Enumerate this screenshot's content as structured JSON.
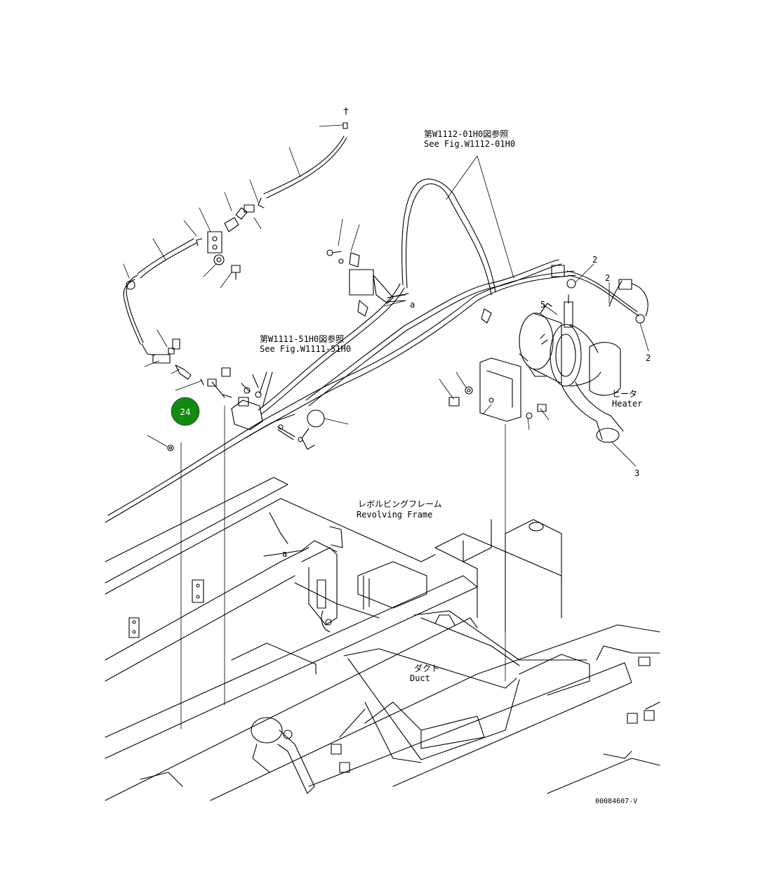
{
  "annotations": {
    "ref_1112_jp": "第W1112-01H0図参照",
    "ref_1112_en": "See Fig.W1112-01H0",
    "ref_1111_jp": "第W1111-51H0図参照",
    "ref_1111_en": "See Fig.W1111-51H0",
    "heater_jp": "ヒータ",
    "heater_en": "Heater",
    "frame_jp": "レボルビングフレーム",
    "frame_en": "Revolving Frame",
    "duct_jp": "ダクト",
    "duct_en": "Duct",
    "marker_a1": "a",
    "marker_a2": "a",
    "part_2a": "2",
    "part_2b": "2",
    "part_2c": "2",
    "part_3": "3",
    "part_5": "5",
    "drawing_code": "00084607-V"
  },
  "callout": {
    "label": "24",
    "color": "#138a13"
  }
}
